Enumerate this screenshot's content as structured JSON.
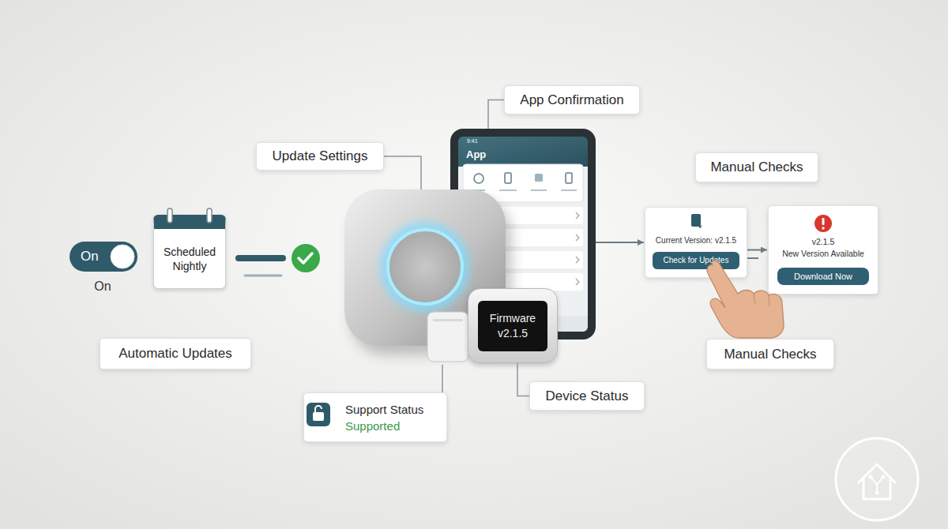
{
  "diagram": {
    "nodes": [
      {
        "text": [
          "Update Settings"
        ]
      },
      {
        "text": [
          "App Confirmation"
        ]
      },
      {
        "text": [
          "Manual Checks"
        ]
      },
      {
        "text": [
          "App"
        ]
      },
      {
        "text": [
          "On"
        ]
      },
      {
        "text": [
          "Scheduled Nightly"
        ]
      },
      {
        "text": [
          "Current Version: v2.1.5"
        ]
      },
      {
        "text": [
          "Check for Updates"
        ],
        "in": 6
      },
      {
        "text": [
          "v2.1.5",
          "New Version Available"
        ]
      },
      {
        "text": [
          "Download Now"
        ],
        "in": 8
      },
      {
        "text": [
          "Firmware v2.1.5"
        ]
      },
      {
        "text": [
          "Automatic Updates"
        ]
      },
      {
        "text": [
          "Manual Checks"
        ]
      },
      {
        "text": [
          "Support Status",
          "Supported"
        ]
      },
      {
        "text": [
          "Device Status"
        ]
      }
    ],
    "edges": [
      {
        "from": 1,
        "to": 3,
        "arrow": "none"
      },
      {
        "from": 3,
        "to": 6,
        "arrow": "to"
      },
      {
        "from": 6,
        "to": 8,
        "arrow": "to"
      },
      {
        "from": 14,
        "to": 10,
        "arrow": "none"
      }
    ],
    "labels": [
      "9:41",
      "On"
    ]
  }
}
